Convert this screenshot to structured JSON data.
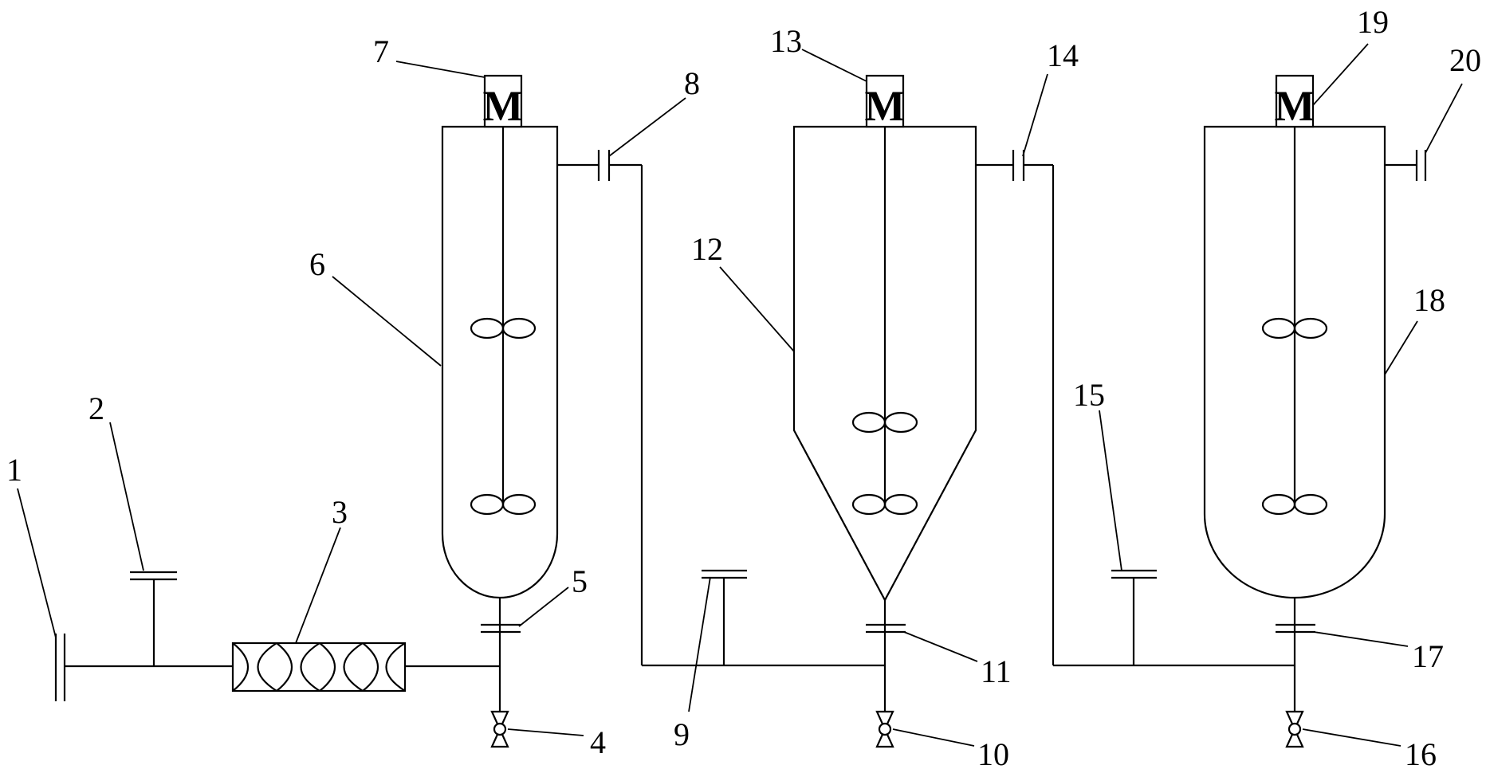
{
  "diagram": {
    "motor_symbol": "M",
    "labels": {
      "n1": "1",
      "n2": "2",
      "n3": "3",
      "n4": "4",
      "n5": "5",
      "n6": "6",
      "n7": "7",
      "n8": "8",
      "n9": "9",
      "n10": "10",
      "n11": "11",
      "n12": "12",
      "n13": "13",
      "n14": "14",
      "n15": "15",
      "n16": "16",
      "n17": "17",
      "n18": "18",
      "n19": "19",
      "n20": "20"
    }
  }
}
